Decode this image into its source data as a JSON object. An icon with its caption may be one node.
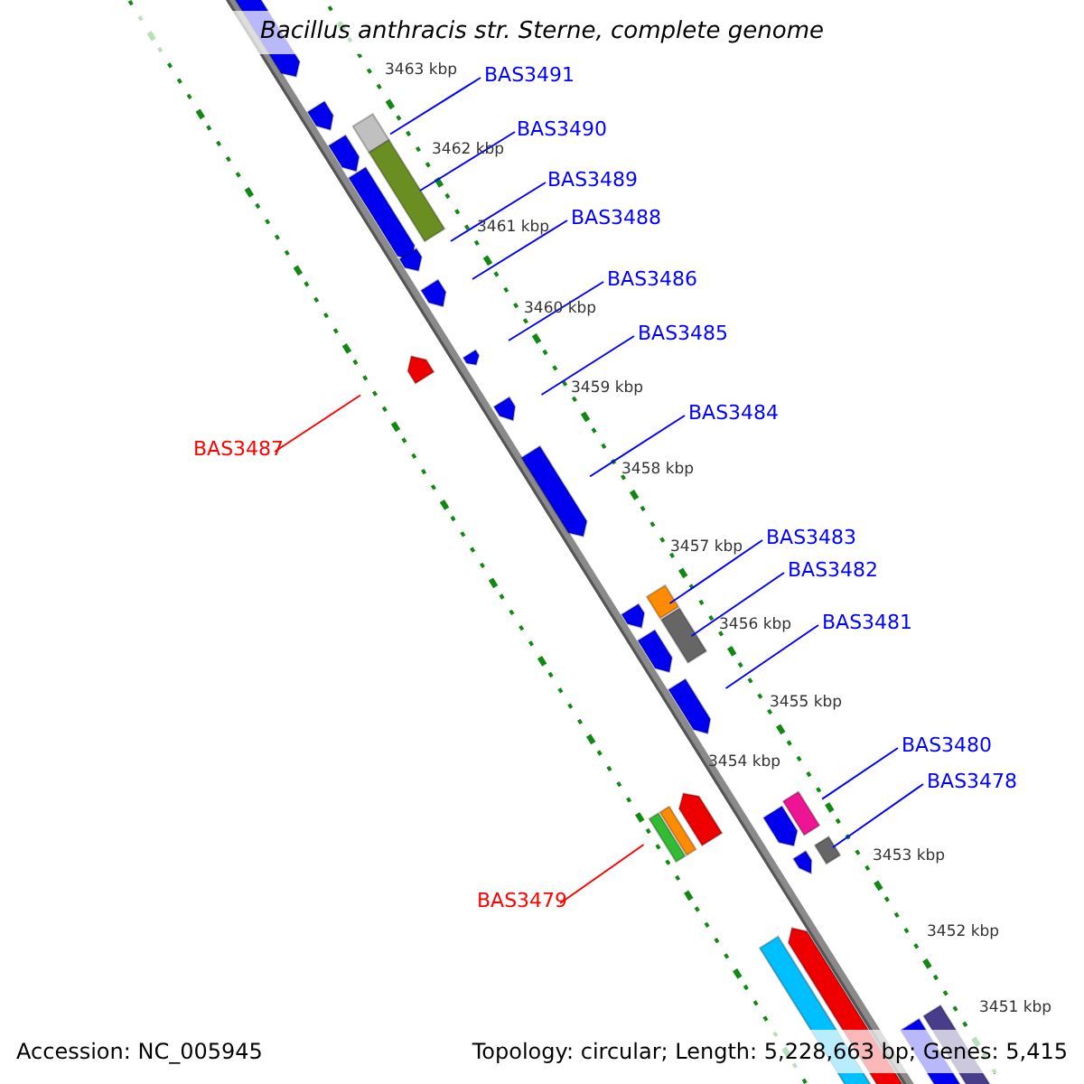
{
  "diagram": {
    "title": "Bacillus anthracis str. Sterne, complete genome",
    "nodes": [
      {
        "text": [
          "BAS3491"
        ]
      },
      {
        "text": [
          "BAS3490"
        ]
      },
      {
        "text": [
          "BAS3489"
        ]
      },
      {
        "text": [
          "BAS3488"
        ]
      },
      {
        "text": [
          "BAS3486"
        ]
      },
      {
        "text": [
          "BAS3485"
        ]
      },
      {
        "text": [
          "BAS3484"
        ]
      },
      {
        "text": [
          "BAS3487"
        ]
      },
      {
        "text": [
          "BAS3483"
        ]
      },
      {
        "text": [
          "BAS3482"
        ]
      },
      {
        "text": [
          "BAS3481"
        ]
      },
      {
        "text": [
          "BAS3480"
        ]
      },
      {
        "text": [
          "BAS3478"
        ]
      },
      {
        "text": [
          "BAS3479"
        ]
      }
    ],
    "edges": [
      {
        "from": 0,
        "to": null,
        "arrow": "none"
      },
      {
        "from": 1,
        "to": null,
        "arrow": "none"
      },
      {
        "from": 2,
        "to": null,
        "arrow": "none"
      },
      {
        "from": 3,
        "to": null,
        "arrow": "none"
      },
      {
        "from": 4,
        "to": null,
        "arrow": "none"
      },
      {
        "from": 5,
        "to": null,
        "arrow": "none"
      },
      {
        "from": 6,
        "to": null,
        "arrow": "none"
      },
      {
        "from": 7,
        "to": null,
        "arrow": "none",
        "color": "#ff0000"
      },
      {
        "from": 8,
        "to": null,
        "arrow": "none"
      },
      {
        "from": 9,
        "to": null,
        "arrow": "none"
      },
      {
        "from": 10,
        "to": null,
        "arrow": "none"
      },
      {
        "from": 11,
        "to": null,
        "arrow": "none"
      },
      {
        "from": 12,
        "to": null,
        "arrow": "none"
      },
      {
        "from": 13,
        "to": null,
        "arrow": "none",
        "color": "#ff0000"
      }
    ],
    "labels": [
      "3463 kbp",
      "3462 kbp",
      "3461 kbp",
      "3460 kbp",
      "3459 kbp",
      "3458 kbp",
      "3457 kbp",
      "3456 kbp",
      "3455 kbp",
      "3454 kbp",
      "3453 kbp",
      "3452 kbp",
      "3451 kbp",
      "Accession: NC_005945",
      "Topology: circular; Length: 5,228,663 bp; Genes: 5,415"
    ]
  }
}
